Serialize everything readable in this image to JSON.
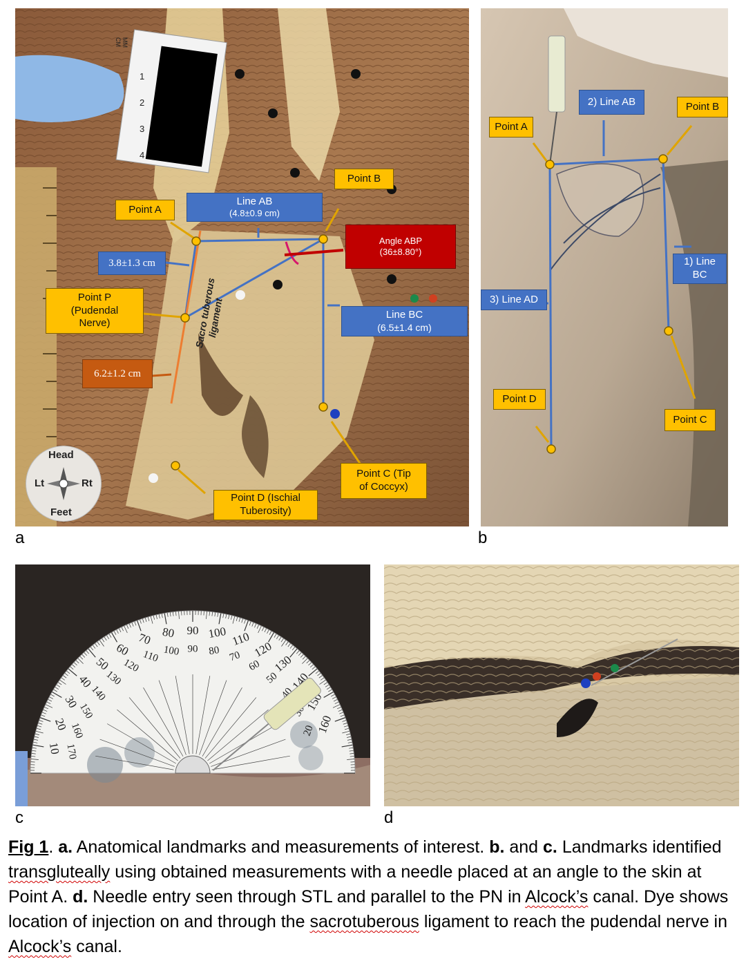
{
  "panels": {
    "a": {
      "label": "a",
      "callouts": {
        "point_a": "Point A",
        "point_b": "Point B",
        "line_ab": [
          "Line AB",
          "(4.8±0.9 cm)"
        ],
        "angle_abp": [
          "Angle ABP",
          "(36±8.80°)"
        ],
        "dist_ap": "3.8±1.3 cm",
        "point_p": [
          "Point P",
          "(Pudendal",
          "Nerve)"
        ],
        "line_bc": [
          "Line BC",
          "(6.5±1.4 cm)"
        ],
        "dist_pd": "6.2±1.2 cm",
        "point_c": [
          "Point C (Tip",
          "of Coccyx)"
        ],
        "point_d": [
          "Point D (Ischial",
          "Tuberosity)"
        ],
        "ligament": [
          "Sacro tuberous",
          "ligament"
        ]
      },
      "ruler": {
        "units": [
          "MM",
          "CM"
        ],
        "ticks": [
          "1",
          "2",
          "3",
          "4"
        ]
      },
      "compass": {
        "head": "Head",
        "feet": "Feet",
        "left": "Lt",
        "right": "Rt"
      }
    },
    "b": {
      "label": "b",
      "callouts": {
        "point_a": "Point A",
        "line_ab": "2) Line AB",
        "point_b": "Point B",
        "line_bc": [
          "1) Line",
          "BC"
        ],
        "line_ad": "3) Line AD",
        "point_d": "Point D",
        "point_c": "Point C"
      }
    },
    "c": {
      "label": "c",
      "outer_scale": [
        "10",
        "20",
        "30",
        "40",
        "50",
        "60",
        "70",
        "80",
        "90",
        "100",
        "110",
        "120",
        "130",
        "140",
        "150",
        "160"
      ],
      "inner_scale": [
        "170",
        "160",
        "150",
        "140",
        "130",
        "120",
        "110",
        "100",
        "90",
        "80",
        "70",
        "60",
        "50",
        "40",
        "30",
        "20"
      ]
    },
    "d": {
      "label": "d"
    }
  },
  "caption": {
    "fig_ref": "Fig 1",
    "t1": ". ",
    "a_label": "a.",
    "t2": " Anatomical landmarks and measurements of interest. ",
    "b_label": "b.",
    "t3": " and ",
    "c_label": "c.",
    "t4": " Landmarks identified ",
    "w1": "transgluteally",
    "t5": " using obtained measurements with a needle placed at an angle to the skin at Point A. ",
    "d_label": "d.",
    "t6": " Needle entry seen through STL and parallel to the PN in ",
    "w2": "Alcock’s",
    "t7": " canal. Dye shows location of injection on and through the ",
    "w3": "sacrotuberous",
    "t8": " ligament to reach the pudendal nerve in ",
    "w4": "Alcock’s",
    "t9": " canal."
  }
}
